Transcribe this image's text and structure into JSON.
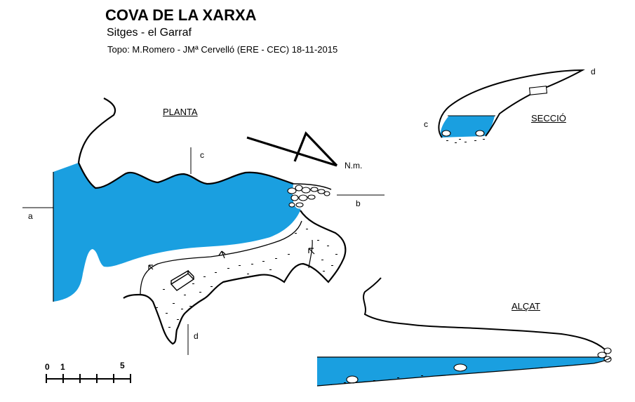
{
  "header": {
    "title": "COVA DE LA XARXA",
    "subtitle": "Sitges - el Garraf",
    "credits": "Topo: M.Romero - JMª Cervelló (ERE - CEC)  18-11-2015"
  },
  "views": {
    "plan": "PLANTA",
    "section": "SECCIÓ",
    "elevation": "ALÇAT"
  },
  "points": {
    "a": "a",
    "b": "b",
    "c_plan": "c",
    "d_plan": "d",
    "c_section": "c",
    "d_section": "d"
  },
  "north": {
    "label": "N.m."
  },
  "scale": {
    "labels": [
      "0",
      "1",
      "5"
    ]
  },
  "colors": {
    "water": "#1a9fe0",
    "ink": "#000000",
    "background": "#ffffff"
  }
}
